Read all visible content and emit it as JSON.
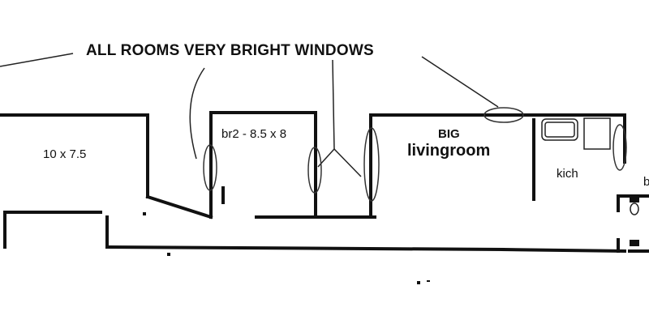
{
  "annotation": {
    "text": "ALL ROOMS VERY BRIGHT WINDOWS"
  },
  "rooms": {
    "room1": {
      "label": "10 x 7.5"
    },
    "bedroom2": {
      "label": "br2 - 8.5 x 8"
    },
    "living": {
      "prefix": "BIG",
      "label": "livingroom"
    },
    "kitchen": {
      "label": "kich"
    },
    "bath": {
      "label": "b"
    }
  },
  "icons": [
    "window-ellipse-icon",
    "sink-icon",
    "fridge-icon",
    "toilet-icon"
  ]
}
